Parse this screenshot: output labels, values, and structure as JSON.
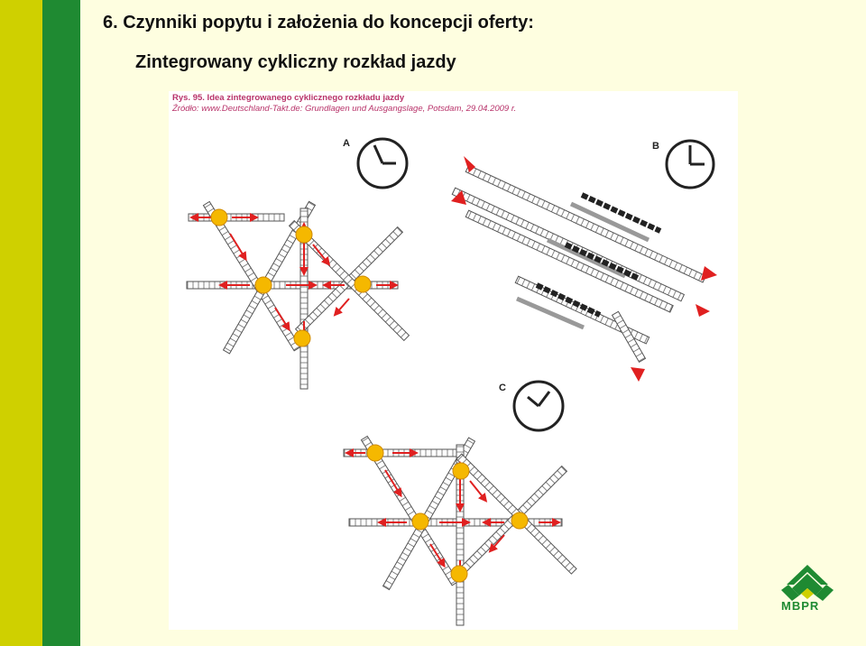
{
  "slide": {
    "title": "6. Czynniki popytu i założenia do koncepcji oferty:",
    "subtitle": "Zintegrowany cykliczny rozkład jazdy"
  },
  "figure": {
    "caption": "Rys. 95. Idea zintegrowanego cyklicznego rozkładu jazdy",
    "source": "Źródło: www.Deutschland-Takt.de: Grundlagen und Ausgangslage, Potsdam, 29.04.2009 r.",
    "panels": [
      {
        "id": "A",
        "label": "A"
      },
      {
        "id": "B",
        "label": "B"
      },
      {
        "id": "C",
        "label": "C"
      }
    ]
  },
  "logo": {
    "text": "MBPR"
  },
  "colors": {
    "lime": "#cfd000",
    "green": "#1f8a32",
    "node": "#f5b800",
    "arrow": "#e02020",
    "track": "#555555"
  }
}
